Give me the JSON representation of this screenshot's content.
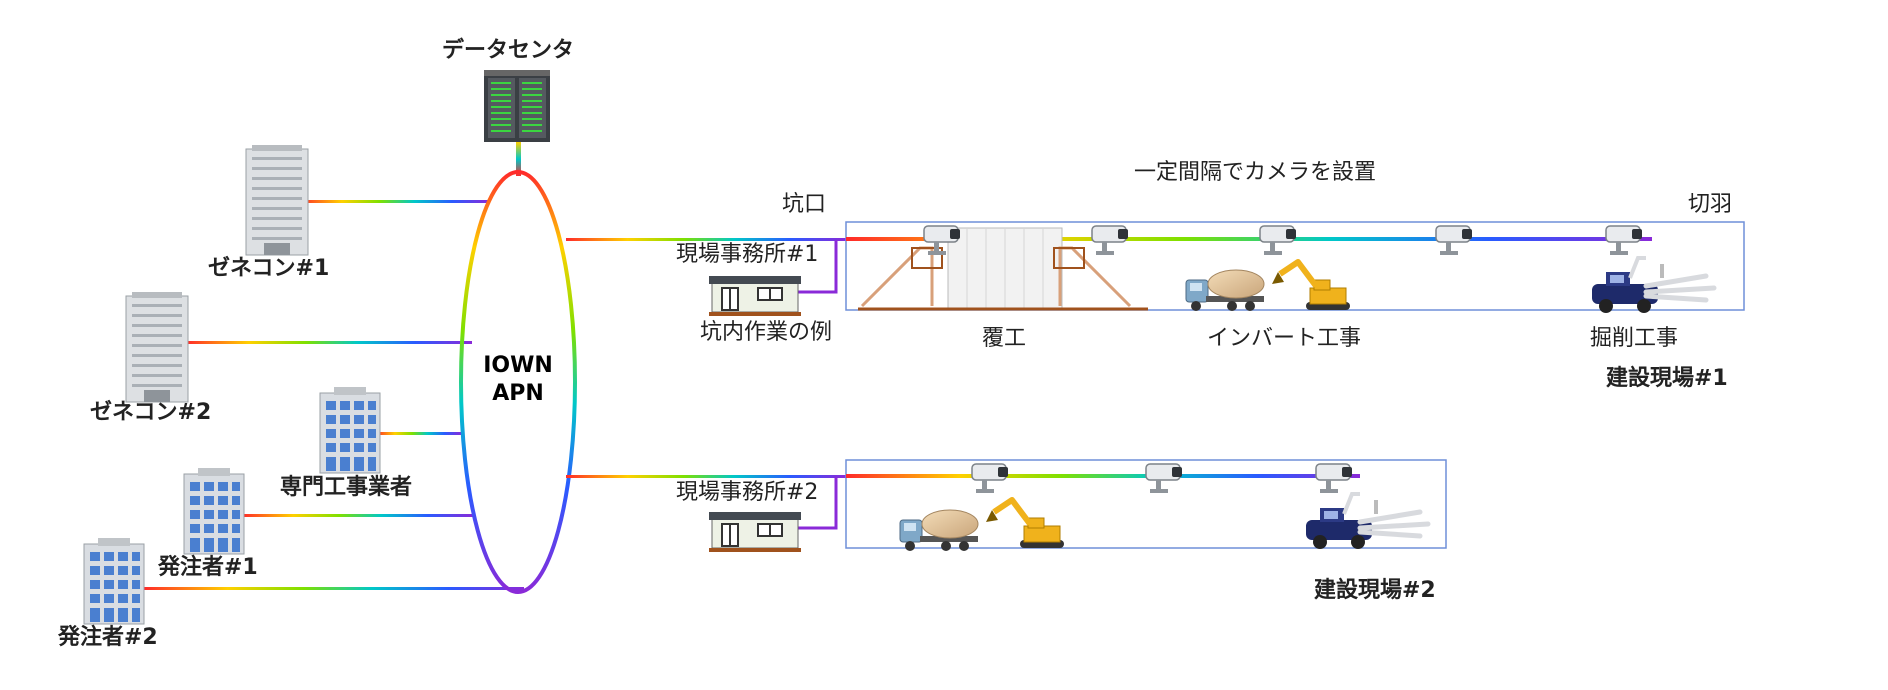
{
  "colors": {
    "rainbow": [
      "#ff2a2a",
      "#ffd000",
      "#7ee000",
      "#00c8c8",
      "#2a5bff",
      "#8a2ad8"
    ],
    "site_border": "#6f8fd8",
    "building_gray": "#c8ccd0",
    "building_blue": "#4a7fd0"
  },
  "labels": {
    "datacenter": "データセンタ",
    "network_line1": "IOWN",
    "network_line2": "APN",
    "camera_note": "一定間隔でカメラを設置",
    "tunnel_portal": "坑口",
    "tunnel_face": "切羽",
    "office1": "現場事務所#1",
    "office2": "現場事務所#2",
    "example": "坑内作業の例",
    "lining": "覆工",
    "invert": "インバート工事",
    "excavation": "掘削工事",
    "site1": "建設現場#1",
    "site2": "建設現場#2"
  },
  "participants": [
    {
      "id": "zenecon1",
      "label": "ゼネコン#1",
      "icon": "office-building-gray-icon"
    },
    {
      "id": "zenecon2",
      "label": "ゼネコン#2",
      "icon": "office-building-gray-icon"
    },
    {
      "id": "specialist",
      "label": "専門工事業者",
      "icon": "office-building-blue-icon"
    },
    {
      "id": "client1",
      "label": "発注者#1",
      "icon": "office-building-blue-icon"
    },
    {
      "id": "client2",
      "label": "発注者#2",
      "icon": "office-building-blue-icon"
    }
  ],
  "icons": [
    "server-rack-icon",
    "surveillance-camera-icon",
    "site-office-icon",
    "mixer-truck-icon",
    "excavator-icon",
    "tunnel-drill-jumbo-icon",
    "lining-formwork-icon"
  ]
}
